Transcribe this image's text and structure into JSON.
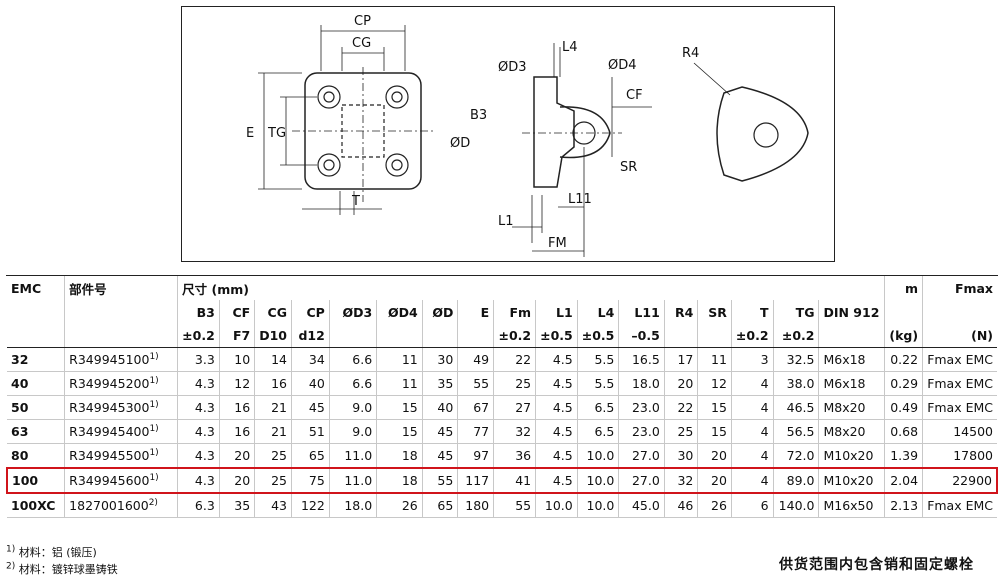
{
  "drawing": {
    "labels": {
      "cp": "CP",
      "cg": "CG",
      "e": "E",
      "tg": "TG",
      "t": "T",
      "d3": "ØD3",
      "l4": "L4",
      "d4": "ØD4",
      "b3": "B3",
      "cf": "CF",
      "d": "ØD",
      "l11": "L11",
      "sr": "SR",
      "l1": "L1",
      "fm": "FM",
      "r4": "R4"
    }
  },
  "table": {
    "header": {
      "emc": "EMC",
      "part": "部件号",
      "size": "尺寸 (mm)",
      "m": "m",
      "fmax": "Fmax"
    },
    "sub_headers": [
      "B3",
      "CF",
      "CG",
      "CP",
      "ØD3",
      "ØD4",
      "ØD",
      "E",
      "Fm",
      "L1",
      "L4",
      "L11",
      "R4",
      "SR",
      "T",
      "TG",
      "DIN 912"
    ],
    "tolerances": [
      "±0.2",
      "F7",
      "D10",
      "d12",
      "",
      "",
      "",
      "",
      "±0.2",
      "±0.5",
      "±0.5",
      "–0.5",
      "",
      "",
      "±0.2",
      "±0.2",
      ""
    ],
    "m_unit": "(kg)",
    "fmax_unit": "(N)",
    "rows": [
      {
        "emc": "32",
        "part": "R349945100",
        "sup": "1)",
        "vals": [
          "3.3",
          "10",
          "14",
          "34",
          "6.6",
          "11",
          "30",
          "49",
          "22",
          "4.5",
          "5.5",
          "16.5",
          "17",
          "11",
          "3",
          "32.5",
          "M6x18"
        ],
        "m": "0.22",
        "fmax": "Fmax EMC"
      },
      {
        "emc": "40",
        "part": "R349945200",
        "sup": "1)",
        "vals": [
          "4.3",
          "12",
          "16",
          "40",
          "6.6",
          "11",
          "35",
          "55",
          "25",
          "4.5",
          "5.5",
          "18.0",
          "20",
          "12",
          "4",
          "38.0",
          "M6x18"
        ],
        "m": "0.29",
        "fmax": "Fmax EMC"
      },
      {
        "emc": "50",
        "part": "R349945300",
        "sup": "1)",
        "vals": [
          "4.3",
          "16",
          "21",
          "45",
          "9.0",
          "15",
          "40",
          "67",
          "27",
          "4.5",
          "6.5",
          "23.0",
          "22",
          "15",
          "4",
          "46.5",
          "M8x20"
        ],
        "m": "0.49",
        "fmax": "Fmax EMC"
      },
      {
        "emc": "63",
        "part": "R349945400",
        "sup": "1)",
        "vals": [
          "4.3",
          "16",
          "21",
          "51",
          "9.0",
          "15",
          "45",
          "77",
          "32",
          "4.5",
          "6.5",
          "23.0",
          "25",
          "15",
          "4",
          "56.5",
          "M8x20"
        ],
        "m": "0.68",
        "fmax": "14500"
      },
      {
        "emc": "80",
        "part": "R349945500",
        "sup": "1)",
        "vals": [
          "4.3",
          "20",
          "25",
          "65",
          "11.0",
          "18",
          "45",
          "97",
          "36",
          "4.5",
          "10.0",
          "27.0",
          "30",
          "20",
          "4",
          "72.0",
          "M10x20"
        ],
        "m": "1.39",
        "fmax": "17800"
      },
      {
        "emc": "100",
        "part": "R349945600",
        "sup": "1)",
        "vals": [
          "4.3",
          "20",
          "25",
          "75",
          "11.0",
          "18",
          "55",
          "117",
          "41",
          "4.5",
          "10.0",
          "27.0",
          "32",
          "20",
          "4",
          "89.0",
          "M10x20"
        ],
        "m": "2.04",
        "fmax": "22900",
        "highlight": true
      },
      {
        "emc": "100XC",
        "part": "1827001600",
        "sup": "2)",
        "vals": [
          "6.3",
          "35",
          "43",
          "122",
          "18.0",
          "26",
          "65",
          "180",
          "55",
          "10.0",
          "10.0",
          "45.0",
          "46",
          "26",
          "6",
          "140.0",
          "M16x50"
        ],
        "m": "2.13",
        "fmax": "Fmax EMC"
      }
    ]
  },
  "footnotes": [
    {
      "mark": "1)",
      "text": "材料：铝 (锻压)"
    },
    {
      "mark": "2)",
      "text": "材料：镀锌球墨铸铁"
    }
  ],
  "supply_note": "供货范围内包含销和固定螺栓",
  "colors": {
    "highlight": "#d0141b",
    "line": "#222222"
  }
}
